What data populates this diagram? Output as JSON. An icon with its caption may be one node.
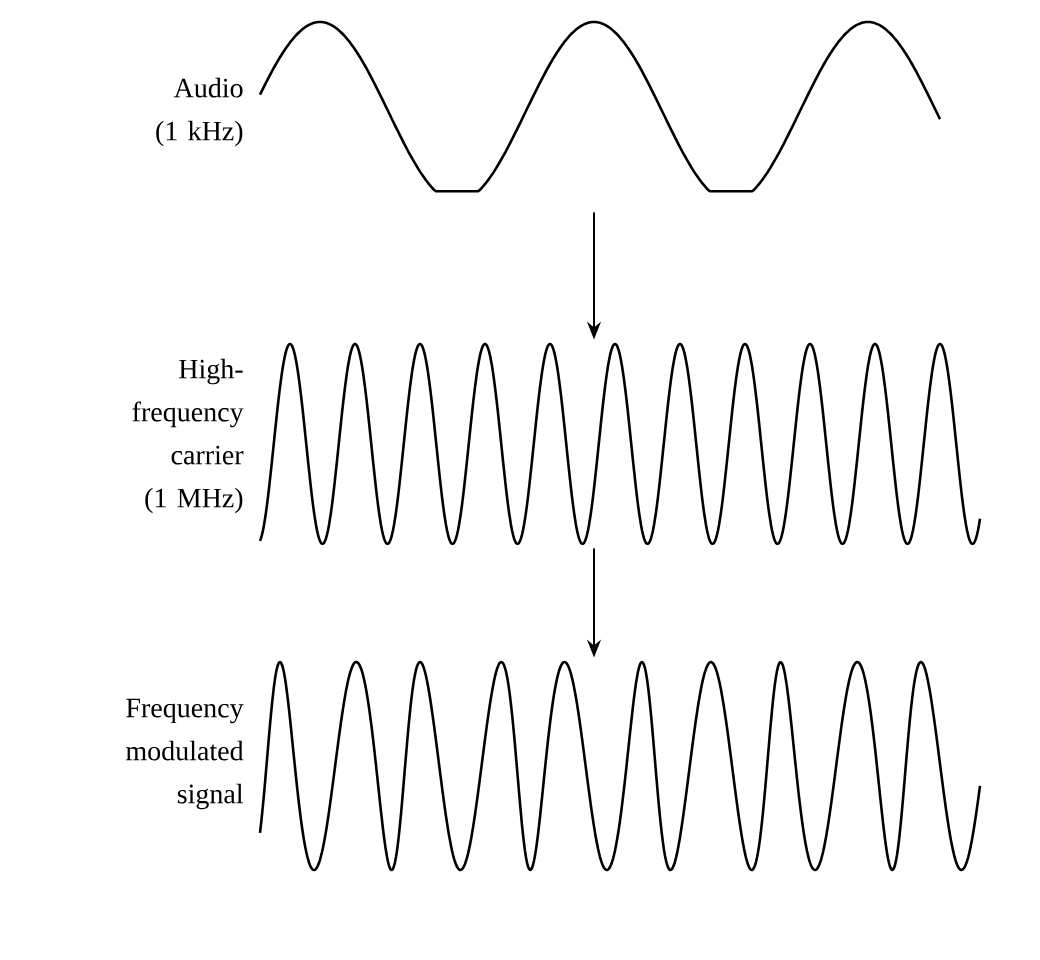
{
  "diagram": {
    "nodes": [
      {
        "text": [],
        "shape": "wave",
        "beside": [
          "Audio (1 kHz)"
        ]
      },
      {
        "text": [],
        "shape": "wave",
        "beside": [
          "High-frequency carrier (1 MHz)"
        ]
      },
      {
        "text": [],
        "shape": "wave",
        "beside": [
          "Frequency modulated signal"
        ]
      }
    ],
    "edges": [
      {
        "from": 0,
        "to": 1,
        "arrow": "to"
      },
      {
        "from": 1,
        "to": 2,
        "arrow": "to"
      }
    ]
  }
}
